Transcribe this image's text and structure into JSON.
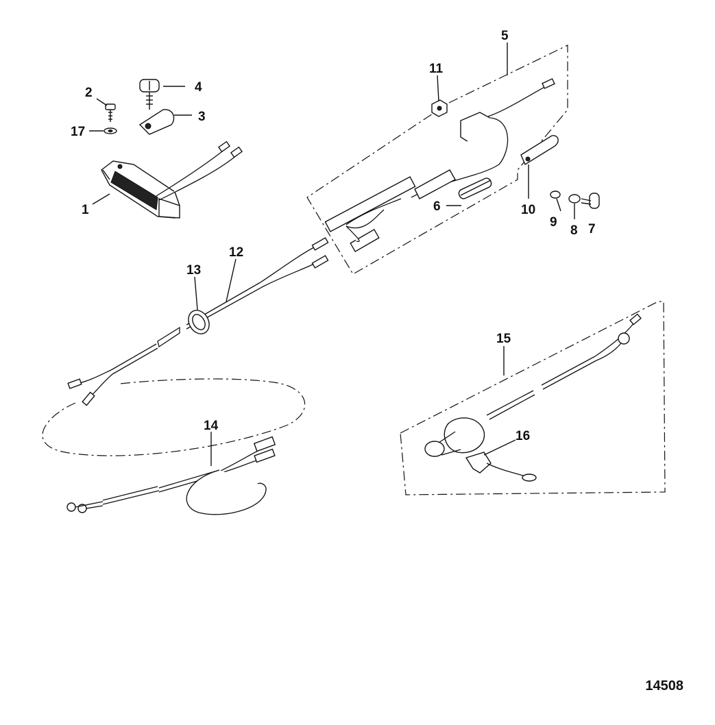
{
  "callouts": {
    "c1": "1",
    "c2": "2",
    "c3": "3",
    "c4": "4",
    "c5": "5",
    "c6": "6",
    "c7": "7",
    "c8": "8",
    "c9": "9",
    "c10": "10",
    "c11": "11",
    "c12": "12",
    "c13": "13",
    "c14": "14",
    "c15": "15",
    "c16": "16",
    "c17": "17"
  },
  "reference_number": "14508"
}
